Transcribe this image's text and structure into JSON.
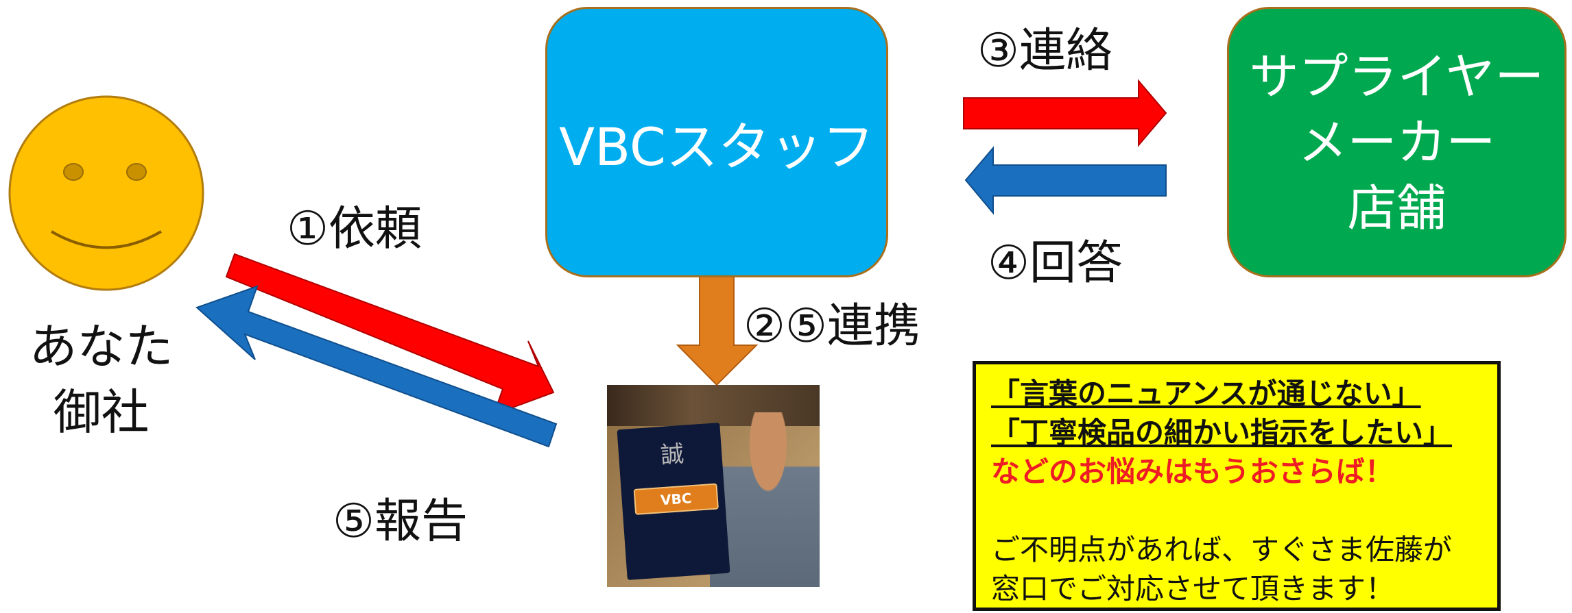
{
  "diagram": {
    "you": {
      "label_line1": "あなた",
      "label_line2": "御社"
    },
    "vbc_box": {
      "label": "VBCスタッフ",
      "color": "#00adef"
    },
    "supplier_box": {
      "line1": "サプライヤー",
      "line2": "メーカー",
      "line3": "店舗",
      "color": "#00a94f"
    },
    "arrows": {
      "request": {
        "label": "①依頼",
        "color": "#ff0000"
      },
      "report": {
        "label": "⑤報告",
        "color": "#1a6fbf"
      },
      "contact": {
        "label": "③連絡",
        "color": "#ff0000"
      },
      "answer": {
        "label": "④回答",
        "color": "#1a6fbf"
      },
      "cooperation": {
        "label": "②⑤連携",
        "color": "#e07d1c"
      }
    },
    "photo": {
      "folder_kanji": "誠",
      "badge_text": "VBC"
    },
    "note": {
      "line1": "「言葉のニュアンスが通じない」",
      "line2": "「丁寧検品の細かい指示をしたい」",
      "line3": "などのお悩みはもうおさらば！",
      "line4": "ご不明点があれば、すぐさま佐藤が",
      "line5": "窓口でご対応させて頂きます！"
    }
  }
}
